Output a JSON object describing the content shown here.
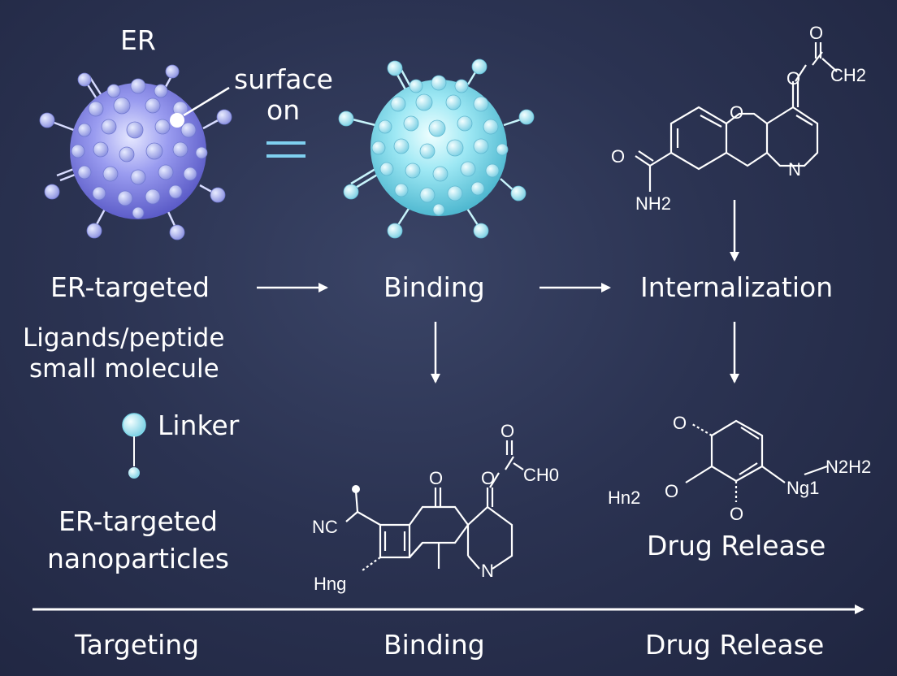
{
  "colors": {
    "background": "#2b3352",
    "purple_np": "#7f7fe0",
    "cyan_np": "#7fd8ea",
    "bead_purple": "#a8b0f0",
    "bead_cyan": "#b8f0f8",
    "equals_accent": "#7fd0f0",
    "line": "#ffffff"
  },
  "labels": {
    "er_top": "ER",
    "surface": "surface",
    "on": "on",
    "er_targeted": "ER-targeted",
    "ligands_line1": "Ligands/peptide",
    "ligands_line2": "small molecule",
    "linker": "Linker",
    "er_nano_line1": "ER-targeted",
    "er_nano_line2": "nanoparticles",
    "binding_mid": "Binding",
    "internalization": "Internalization",
    "drug_release_mid": "Drug Release"
  },
  "chem": {
    "top_o": "O",
    "top_o2": "O",
    "top_ch2": "CH2",
    "top_n": "N",
    "top_amide_o": "O",
    "top_nh2": "NH2",
    "mid_o1": "O",
    "mid_o2": "O",
    "mid_o3": "O",
    "mid_ch0": "CH0",
    "mid_nc": "NC",
    "mid_n": "N",
    "mid_hng": "Hng",
    "rel_o1": "O",
    "rel_o2": "O",
    "rel_o3": "O",
    "rel_hn2": "Hn2",
    "rel_ng1": "Ng1",
    "rel_n2h2": "N2H2"
  },
  "timeline": {
    "stages": [
      "Targeting",
      "Binding",
      "Drug Release"
    ]
  }
}
